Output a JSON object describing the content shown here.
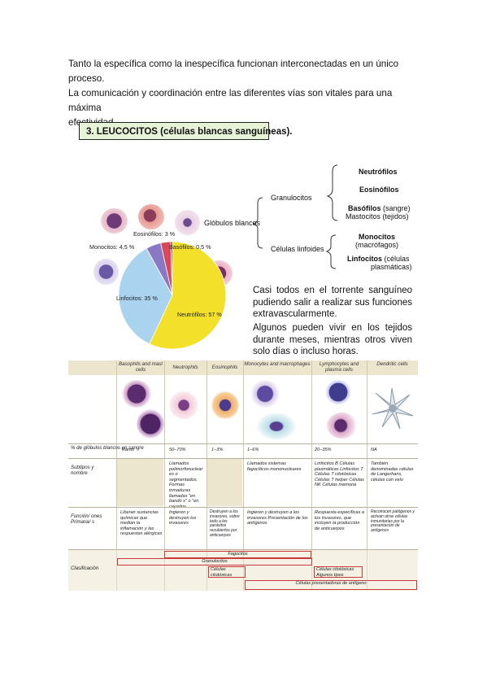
{
  "intro": {
    "line1": "Tanto la específica como la inespecífica funcionan interconectadas en un único proceso.",
    "line2": "La comunicación y coordinación entre las diferentes vías son vitales para una máxima",
    "line3": "efectividad."
  },
  "heading": "3.   LEUCOCITOS (células blancas sanguíneas).",
  "pie": {
    "labels": {
      "eosinofilos": "Eosinófilos: 3 %",
      "monocitos": "Monocitos: 4,5 %",
      "basofilos": "Basófilos: 0,5 %",
      "linfocitos": "Linfocitos: 35 %",
      "neutrofilos": "Neutrófilos: 57 %"
    },
    "slices": [
      {
        "name": "Neutrófilos",
        "value": 57,
        "color": "#f3e02a"
      },
      {
        "name": "Linfocitos",
        "value": 35,
        "color": "#a9d3ef"
      },
      {
        "name": "Monocitos",
        "value": 4.5,
        "color": "#8b78c4"
      },
      {
        "name": "Eosinófilos",
        "value": 3,
        "color": "#d9485a"
      },
      {
        "name": "Basófilos",
        "value": 0.5,
        "color": "#7a1f2b"
      }
    ]
  },
  "tree": {
    "root": "Glóbulos blancos",
    "granulocitos": "Granulocitos",
    "linfoides": "Células linfoides",
    "neutrofilos": "Neutrófilos",
    "eosinofilos": "Eosinófilos",
    "basofilos_bold": "Basófilos",
    "basofilos_rest": " (sangre)",
    "mastocitos": "Mastocitos (tejidos)",
    "monocitos": "Monocitos",
    "macrofagos": "(macrófagos)",
    "linfocitos_bold": "Linfocitos",
    "linfocitos_rest": " (células",
    "plasmaticas": "plasmáticas)"
  },
  "para1": "Casi todos en el torrente sanguíneo pudiendo salir a realizar sus funciones extravascularmente.",
  "para2": "Algunos pueden vivir en los tejidos durante meses, mientras otros viven solo días o incluso horas.",
  "table": {
    "headers": [
      "Basophils and mast cells",
      "Neutrophils",
      "Eosinophils",
      "Monocytes and macrophages",
      "Lymphocytes and plasma cells",
      "Dendritic cells"
    ],
    "row_pct_label": "% de glóbulos blancos en sangre",
    "row_pct": [
      "Raros",
      "50–70%",
      "1–3%",
      "1–6%",
      "20–35%",
      "NA"
    ],
    "row_sub_label": "Subtipos y nombre",
    "row_sub": [
      "",
      "Llamados polimorfonuclear es o segmentados. Formas inmaduras llamadas \"en bando s\" o \"en cayados",
      "",
      "Llamados sistemas fagocíticos mononucleares",
      "Linfocitos B Células plasmáticas Linfocitos T Células T citotóxicas Células T helper Células NK Células memoria",
      "También denominadas células de Langerhans, células con velo"
    ],
    "row_func_label": "Función/ ones Primaria/ s",
    "row_func": [
      "Liberan sustancias químicas que median la inflamación y las respuestas alérgicas",
      "Ingieren y destruyen los invasores",
      "Destruyen a los invasores, sobre todo a los parásitos recubiertos por anticuerpos",
      "Ingieren y destruyen a los invasores Presentación de los antígenos",
      "Respuesta específicas a los invasores, que incluyen la producción de anticuerpos",
      "Reconocen patógenos y activan otras células inmunitarias por la presentación de antígenos"
    ],
    "class_label": "Clasificación",
    "fagocitos": "Fagocitos",
    "granulocitos": "Granulocitos",
    "citotoxicas_left": "Células citotóxicas",
    "citotoxicas_right": "Células citotóxicas Algunos tipos",
    "presentadoras": "Células presentadoras de antígeno"
  }
}
